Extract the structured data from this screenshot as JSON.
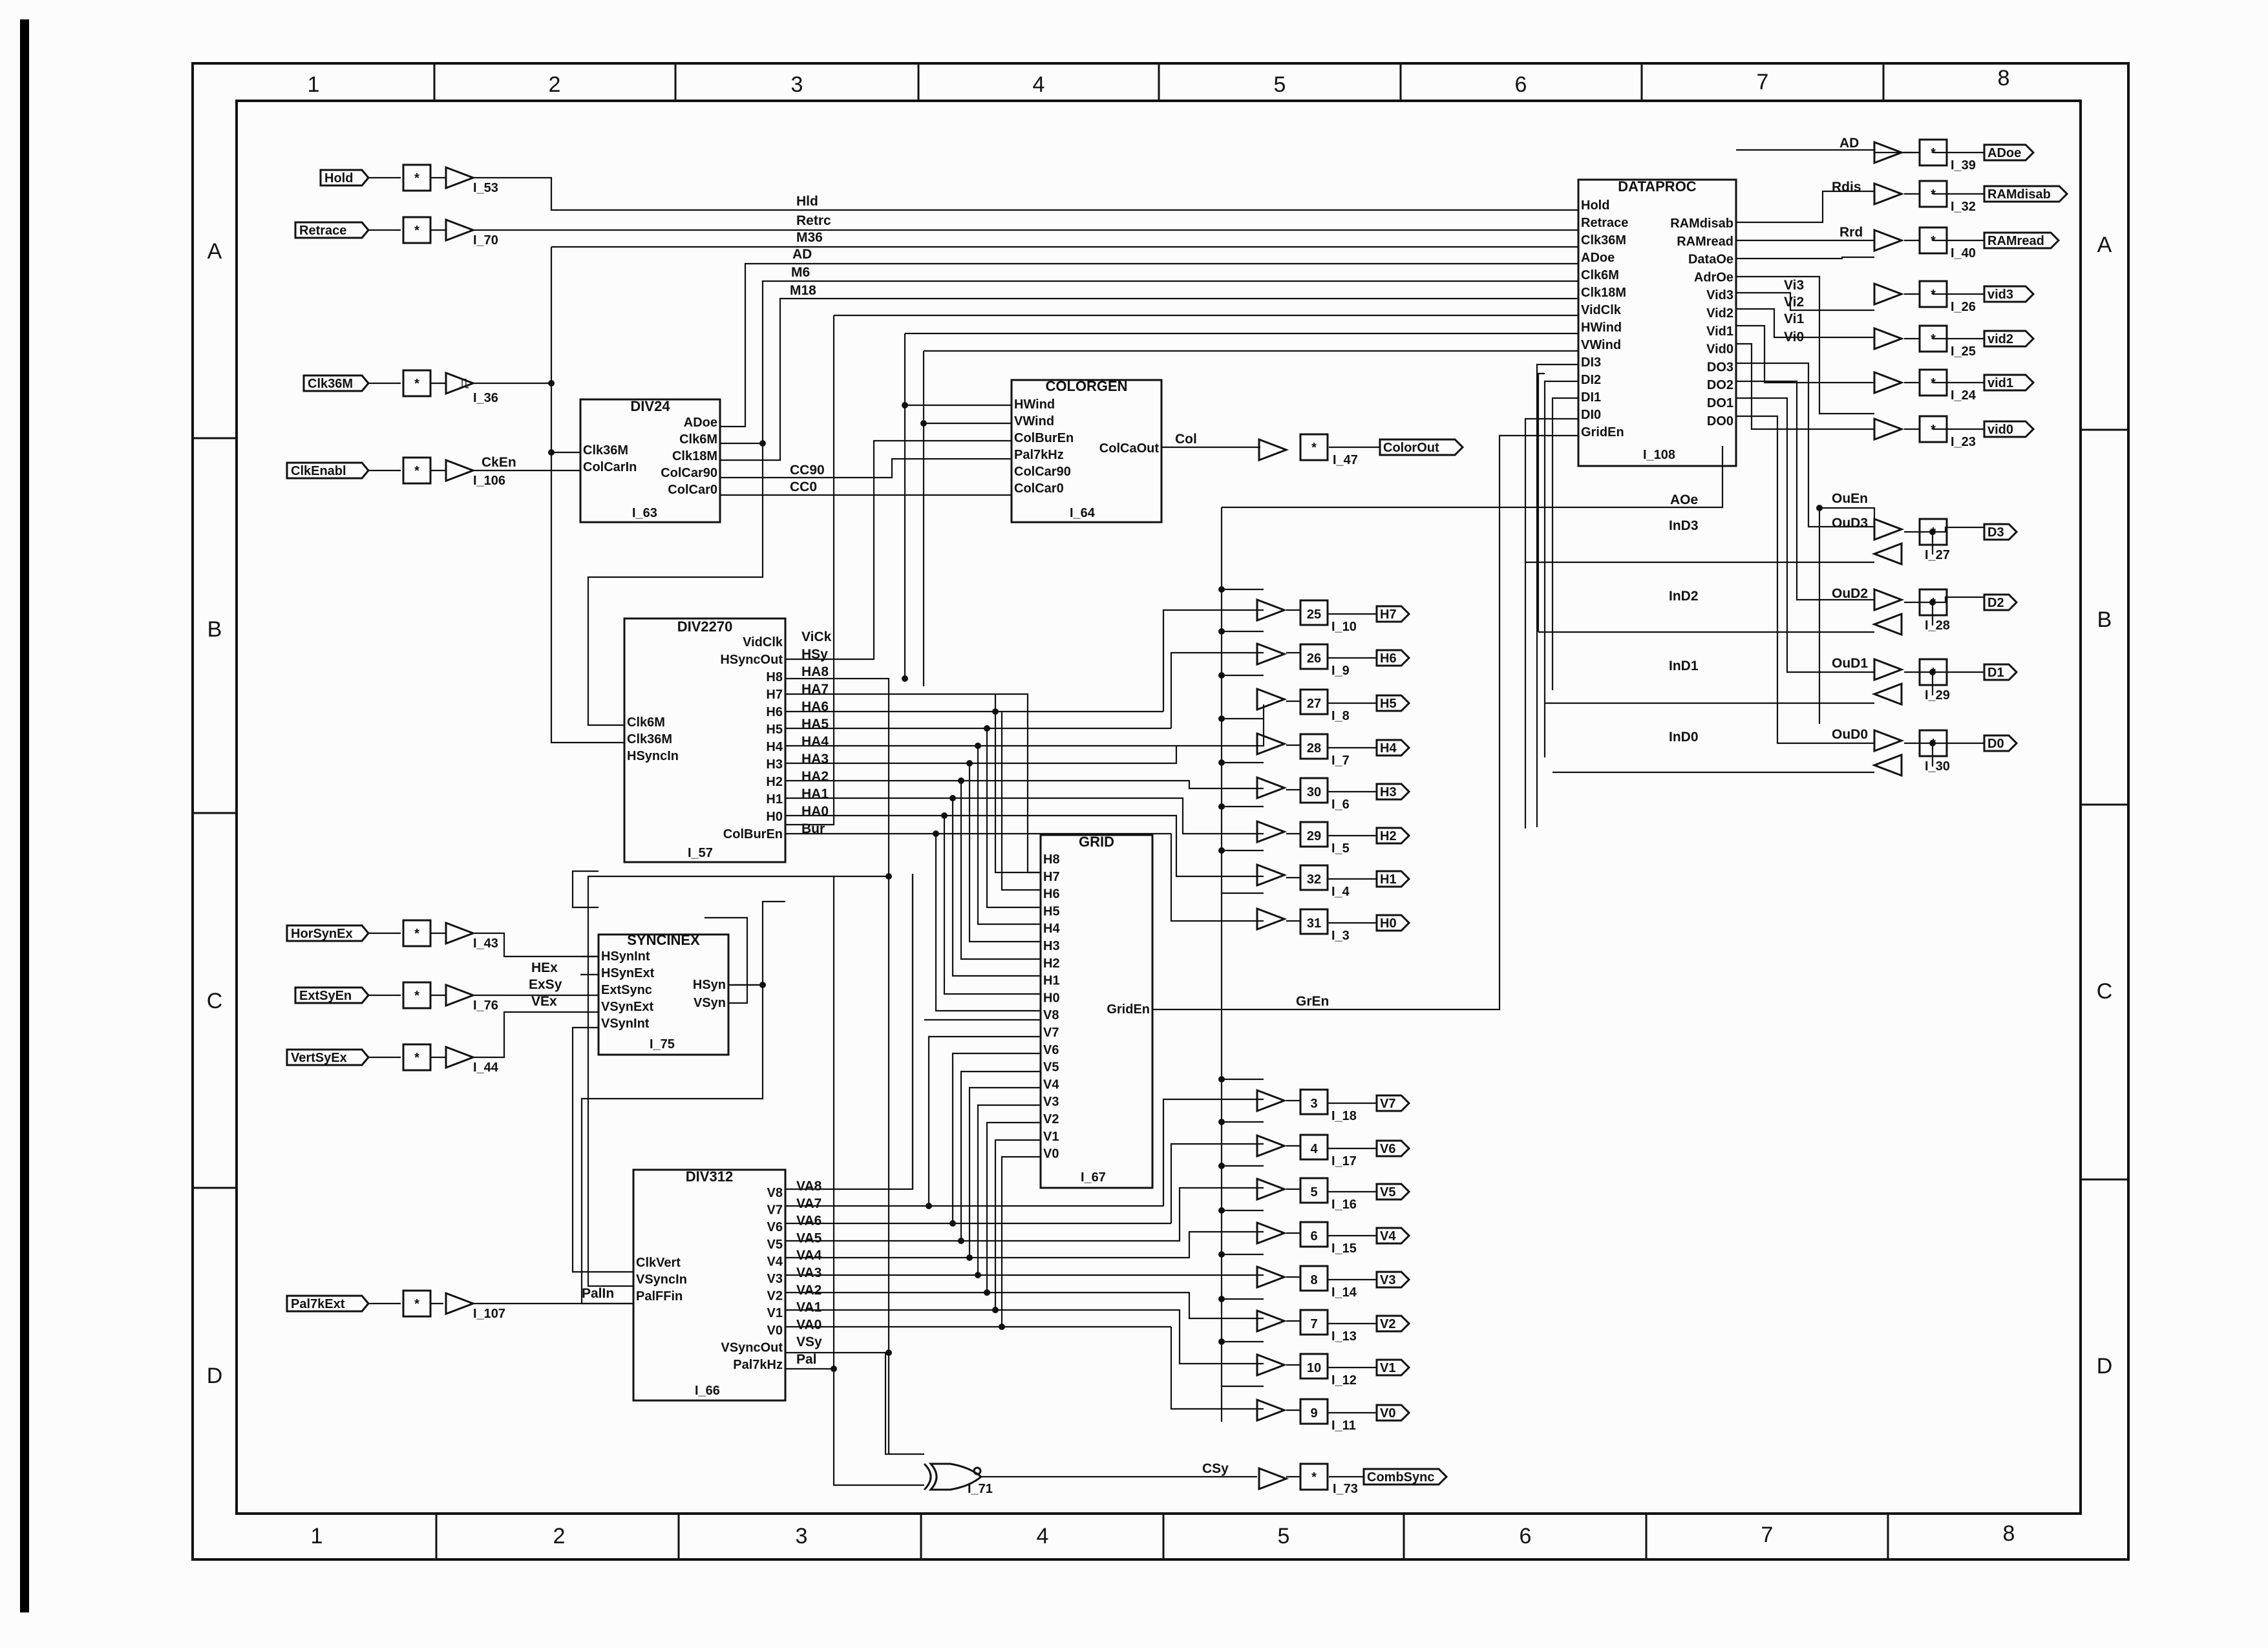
{
  "frame": {
    "columns": [
      "1",
      "2",
      "3",
      "4",
      "5",
      "6",
      "7",
      "8"
    ],
    "rows": [
      "A",
      "B",
      "C",
      "D"
    ]
  },
  "blocks": {
    "div24": {
      "title": "DIV24",
      "ref": "I_63",
      "left_pins": [
        "Clk36M",
        "ColCarIn"
      ],
      "right_pins": [
        "ADoe",
        "Clk6M",
        "Clk18M",
        "ColCar90",
        "ColCar0"
      ]
    },
    "colorgen": {
      "title": "COLORGEN",
      "ref": "I_64",
      "left_pins": [
        "HWind",
        "VWind",
        "ColBurEn",
        "Pal7kHz",
        "ColCar90",
        "ColCar0"
      ],
      "right_pins": [
        "ColCaOut"
      ]
    },
    "div2270": {
      "title": "DIV2270",
      "ref": "I_57",
      "left_pins": [
        "Clk6M",
        "Clk36M",
        "HSyncIn"
      ],
      "right_pins": [
        "VidClk",
        "HSyncOut",
        "H8",
        "H7",
        "H6",
        "H5",
        "H4",
        "H3",
        "H2",
        "H1",
        "H0",
        "ColBurEn"
      ]
    },
    "syncinex": {
      "title": "SYNCINEX",
      "ref": "I_75",
      "left_pins": [
        "HSynInt",
        "HSynExt",
        "ExtSync",
        "VSynExt",
        "VSynInt"
      ],
      "right_pins": [
        "HSyn",
        "VSyn"
      ]
    },
    "grid": {
      "title": "GRID",
      "ref": "I_67",
      "left_pins": [
        "H8",
        "H7",
        "H6",
        "H5",
        "H4",
        "H3",
        "H2",
        "H1",
        "H0",
        "V8",
        "V7",
        "V6",
        "V5",
        "V4",
        "V3",
        "V2",
        "V1",
        "V0"
      ],
      "right_pins": [
        "GridEn"
      ]
    },
    "div312": {
      "title": "DIV312",
      "ref": "I_66",
      "left_pins": [
        "ClkVert",
        "VSyncIn",
        "PalFFin"
      ],
      "right_pins": [
        "V8",
        "V7",
        "V6",
        "V5",
        "V4",
        "V3",
        "V2",
        "V1",
        "V0",
        "VSyncOut",
        "Pal7kHz"
      ]
    },
    "dataproc": {
      "title": "DATAPROC",
      "ref": "I_108",
      "left_pins": [
        "Hold",
        "Retrace",
        "Clk36M",
        "ADoe",
        "Clk6M",
        "Clk18M",
        "VidClk",
        "HWind",
        "VWind",
        "DI3",
        "DI2",
        "DI1",
        "DI0",
        "GridEn"
      ],
      "right_pins": [
        "RAMdisab",
        "RAMread",
        "DataOe",
        "AdrOe",
        "Vid3",
        "Vid2",
        "Vid1",
        "Vid0",
        "DO3",
        "DO2",
        "DO1",
        "DO0"
      ]
    }
  },
  "inputs": [
    {
      "label": "Hold",
      "ref": "I_53",
      "net": "Hld"
    },
    {
      "label": "Retrace",
      "ref": "I_70",
      "net": "Retrc"
    },
    {
      "label": "Clk36M",
      "ref": "I_36",
      "net": "M36"
    },
    {
      "label": "ClkEnabl",
      "ref": "I_106",
      "net": "CkEn"
    },
    {
      "label": "HorSynEx",
      "ref": "I_43",
      "net": "HEx"
    },
    {
      "label": "ExtSyEn",
      "ref": "I_76",
      "net": "ExSy"
    },
    {
      "label": "VertSyEx",
      "ref": "I_44",
      "net": "VEx"
    },
    {
      "label": "Pal7kExt",
      "ref": "I_107",
      "net": "PalIn"
    }
  ],
  "right_outputs": [
    {
      "label": "ADoe",
      "ref": "I_39",
      "net": "AD"
    },
    {
      "label": "RAMdisab",
      "ref": "I_32",
      "net": "Rdis"
    },
    {
      "label": "RAMread",
      "ref": "I_40",
      "net": "Rrd"
    },
    {
      "label": "vid3",
      "ref": "I_26",
      "net": "Vi3"
    },
    {
      "label": "vid2",
      "ref": "I_25",
      "net": "Vi2"
    },
    {
      "label": "vid1",
      "ref": "I_24",
      "net": "Vi1"
    },
    {
      "label": "vid0",
      "ref": "I_23",
      "net": "Vi0"
    }
  ],
  "data_bidir": [
    {
      "label": "D3",
      "ref": "I_27",
      "out_net": "OuD3",
      "in_net": "InD3"
    },
    {
      "label": "D2",
      "ref": "I_28",
      "out_net": "OuD2",
      "in_net": "InD2"
    },
    {
      "label": "D1",
      "ref": "I_29",
      "out_net": "OuD1",
      "in_net": "InD1"
    },
    {
      "label": "D0",
      "ref": "I_30",
      "out_net": "OuD0",
      "in_net": "InD0"
    }
  ],
  "h_outputs": [
    {
      "label": "H7",
      "num": "25",
      "ref": "I_10"
    },
    {
      "label": "H6",
      "num": "26",
      "ref": "I_9"
    },
    {
      "label": "H5",
      "num": "27",
      "ref": "I_8"
    },
    {
      "label": "H4",
      "num": "28",
      "ref": "I_7"
    },
    {
      "label": "H3",
      "num": "30",
      "ref": "I_6"
    },
    {
      "label": "H2",
      "num": "29",
      "ref": "I_5"
    },
    {
      "label": "H1",
      "num": "32",
      "ref": "I_4"
    },
    {
      "label": "H0",
      "num": "31",
      "ref": "I_3"
    }
  ],
  "v_outputs": [
    {
      "label": "V7",
      "num": "3",
      "ref": "I_18"
    },
    {
      "label": "V6",
      "num": "4",
      "ref": "I_17"
    },
    {
      "label": "V5",
      "num": "5",
      "ref": "I_16"
    },
    {
      "label": "V4",
      "num": "6",
      "ref": "I_15"
    },
    {
      "label": "V3",
      "num": "8",
      "ref": "I_14"
    },
    {
      "label": "V2",
      "num": "7",
      "ref": "I_13"
    },
    {
      "label": "V1",
      "num": "10",
      "ref": "I_12"
    },
    {
      "label": "V0",
      "num": "9",
      "ref": "I_11"
    }
  ],
  "other_outputs": [
    {
      "label": "ColorOut",
      "ref": "I_47",
      "net": "Col"
    },
    {
      "label": "CombSync",
      "ref": "I_73",
      "net": "CSy"
    }
  ],
  "gates": {
    "xnor": "I_71"
  },
  "nets": {
    "top_bus": [
      "Hld",
      "Retrc",
      "M36",
      "AD",
      "M6",
      "M18"
    ],
    "div24_out": [
      "CC90",
      "CC0"
    ],
    "div2270_out": [
      "ViCk",
      "HSy",
      "HA8",
      "HA7",
      "HA6",
      "HA5",
      "HA4",
      "HA3",
      "HA2",
      "HA1",
      "HA0",
      "Bur"
    ],
    "div312_out": [
      "VA8",
      "VA7",
      "VA6",
      "VA5",
      "VA4",
      "VA3",
      "VA2",
      "VA1",
      "VA0",
      "VSy",
      "Pal"
    ],
    "grid_out": "GrEn",
    "misc": [
      "OuEn",
      "AOe"
    ]
  },
  "symbols": {
    "register_mark": "*",
    "clock_mark": "⎍"
  }
}
